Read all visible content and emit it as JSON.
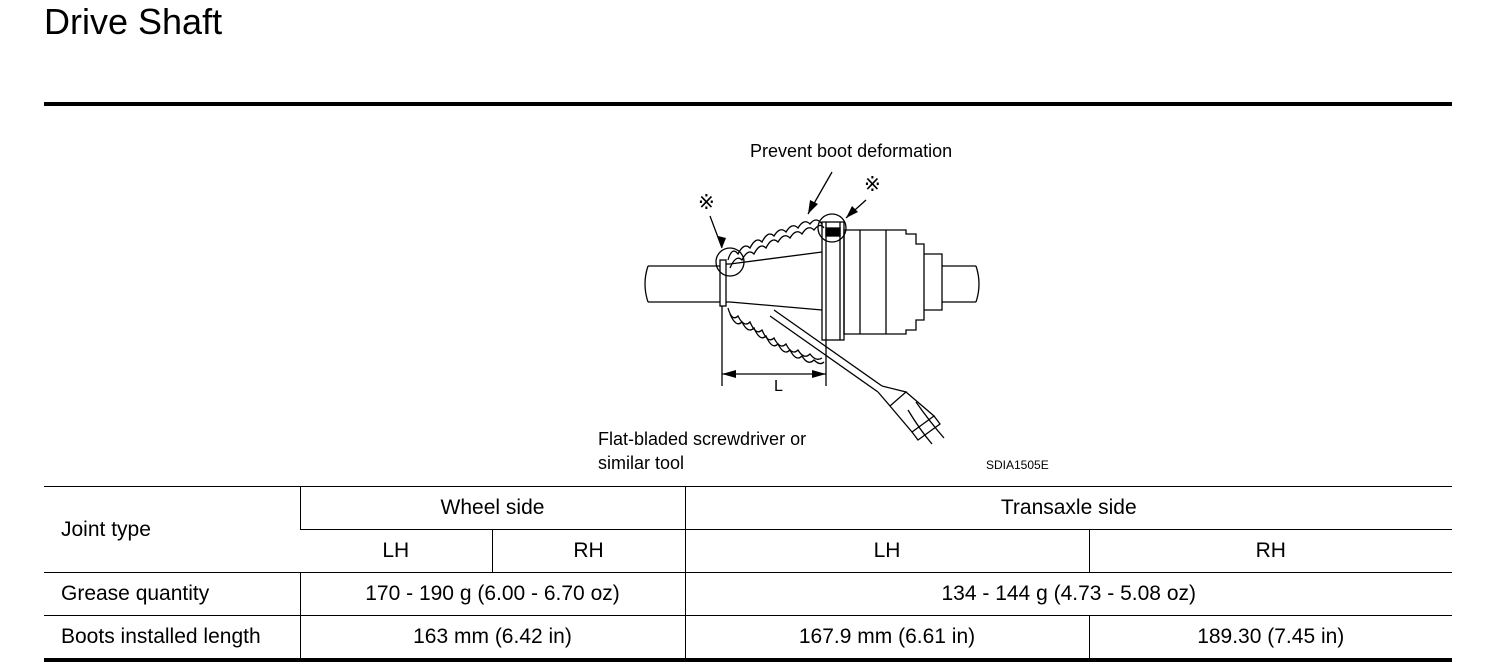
{
  "page": {
    "title": "Drive Shaft"
  },
  "figure": {
    "label_prevent": "Prevent boot deformation",
    "label_tool_line1": "Flat-bladed screwdriver or",
    "label_tool_line2": "similar tool",
    "label_dimension": "L",
    "mark_symbol": "※",
    "figure_code": "SDIA1505E"
  },
  "table": {
    "header": {
      "joint_type": "Joint type",
      "wheel_side": "Wheel side",
      "transaxle_side": "Transaxle side",
      "wheel_lh": "LH",
      "wheel_rh": "RH",
      "trans_lh": "LH",
      "trans_rh": "RH"
    },
    "grease": {
      "label": "Grease quantity",
      "wheel": "170 - 190 g (6.00 - 6.70 oz)",
      "transaxle": "134 - 144 g (4.73 - 5.08 oz)"
    },
    "boots": {
      "label": "Boots installed length",
      "wheel": "163 mm (6.42 in)",
      "trans_lh": "167.9 mm (6.61 in)",
      "trans_rh": "189.30 (7.45 in)"
    }
  }
}
